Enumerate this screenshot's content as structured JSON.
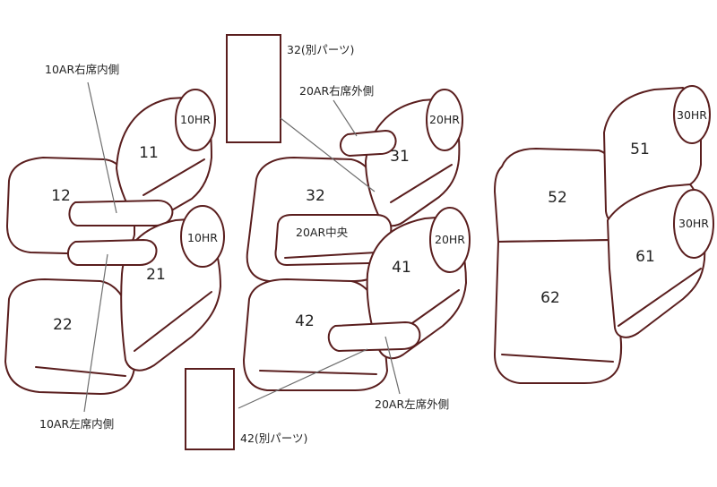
{
  "colors": {
    "outline": "#5a1e1e",
    "leader": "#6e6e6e",
    "text": "#222222",
    "background": "#ffffff"
  },
  "part_numbers": {
    "p11": "11",
    "p12": "12",
    "p21": "21",
    "p22": "22",
    "p31": "31",
    "p32": "32",
    "p41": "41",
    "p42": "42",
    "p51": "51",
    "p52": "52",
    "p61": "61",
    "p62": "62"
  },
  "headrests": {
    "row1_upper": "10HR",
    "row1_lower": "10HR",
    "row2_upper": "20HR",
    "row2_lower": "20HR",
    "row3_upper": "30HR",
    "row3_lower": "30HR"
  },
  "callouts": {
    "ar10_right_inner": "10AR右席内側",
    "ar10_left_inner": "10AR左席内側",
    "ar20_right_outer": "20AR右席外側",
    "ar20_center": "20AR中央",
    "ar20_left_outer": "20AR左席外側",
    "part32_separate": "32(別パーツ)",
    "part42_separate": "42(別パーツ)"
  }
}
